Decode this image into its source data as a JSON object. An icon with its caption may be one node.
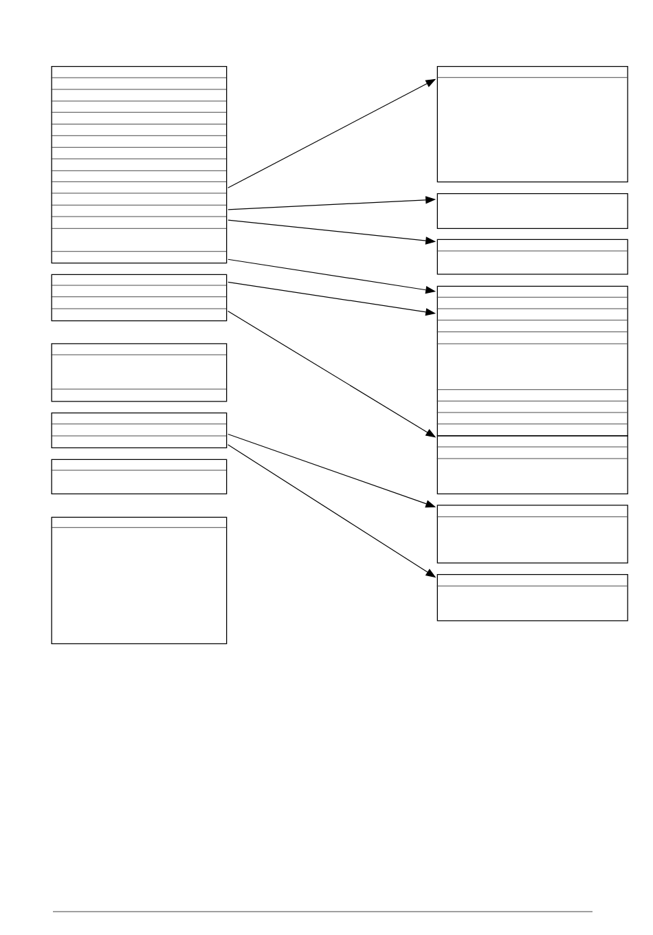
{
  "diagram": {
    "nodes": [
      {
        "text": [],
        "shape": "box"
      },
      {
        "text": [],
        "shape": "box"
      },
      {
        "text": [],
        "shape": "box"
      },
      {
        "text": [],
        "shape": "box"
      },
      {
        "text": [],
        "shape": "box"
      },
      {
        "text": [],
        "shape": "box"
      },
      {
        "text": [],
        "shape": "box"
      },
      {
        "text": [],
        "shape": "box"
      },
      {
        "text": [],
        "shape": "box"
      },
      {
        "text": [],
        "shape": "box"
      },
      {
        "text": [],
        "shape": "box"
      },
      {
        "text": [],
        "shape": "box"
      },
      {
        "text": [],
        "shape": "box"
      }
    ],
    "edges": [
      {
        "from": 0,
        "to": 6,
        "arrow": "to"
      },
      {
        "from": 0,
        "to": 7,
        "arrow": "to"
      },
      {
        "from": 0,
        "to": 8,
        "arrow": "to"
      },
      {
        "from": 0,
        "to": 9,
        "arrow": "to"
      },
      {
        "from": 1,
        "to": 9,
        "arrow": "to"
      },
      {
        "from": 1,
        "to": 10,
        "arrow": "to"
      },
      {
        "from": 3,
        "to": 11,
        "arrow": "to"
      },
      {
        "from": 3,
        "to": 12,
        "arrow": "to"
      }
    ]
  }
}
